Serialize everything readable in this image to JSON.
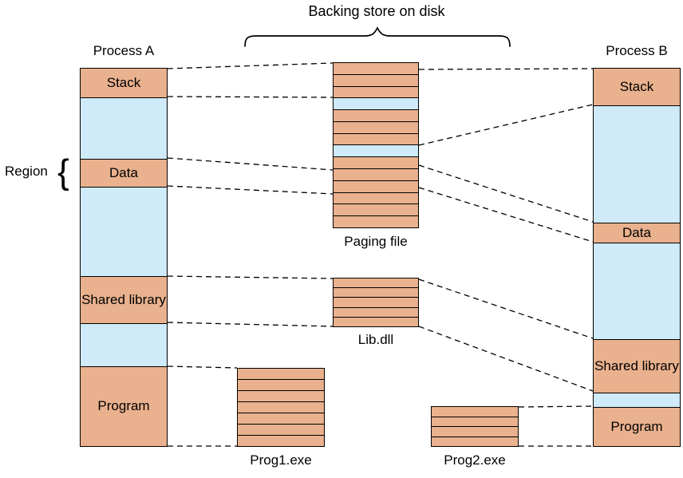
{
  "title": "Backing store on disk",
  "region_label": "Region",
  "colors": {
    "tan": "#e9b18d",
    "blue": "#cfeaf8"
  },
  "process_a": {
    "label": "Process A",
    "segments": [
      {
        "label": "Stack"
      },
      {
        "label": "Data"
      },
      {
        "label": "Shared library"
      },
      {
        "label": "Program"
      }
    ]
  },
  "process_b": {
    "label": "Process B",
    "segments": [
      {
        "label": "Stack"
      },
      {
        "label": "Data"
      },
      {
        "label": "Shared library"
      },
      {
        "label": "Program"
      }
    ]
  },
  "disk": {
    "paging_file": {
      "label": "Paging file",
      "stripes": [
        "tan",
        "tan",
        "tan",
        "blue",
        "tan",
        "tan",
        "tan",
        "blue",
        "tan",
        "tan",
        "tan",
        "tan",
        "tan",
        "tan"
      ]
    },
    "lib_dll": {
      "label": "Lib.dll",
      "stripes": [
        "tan",
        "tan",
        "tan",
        "tan",
        "tan"
      ]
    },
    "prog1": {
      "label": "Prog1.exe",
      "stripes": [
        "tan",
        "tan",
        "tan",
        "tan",
        "tan",
        "tan",
        "tan"
      ]
    },
    "prog2": {
      "label": "Prog2.exe",
      "stripes": [
        "tan",
        "tan",
        "tan",
        "tan"
      ]
    }
  }
}
